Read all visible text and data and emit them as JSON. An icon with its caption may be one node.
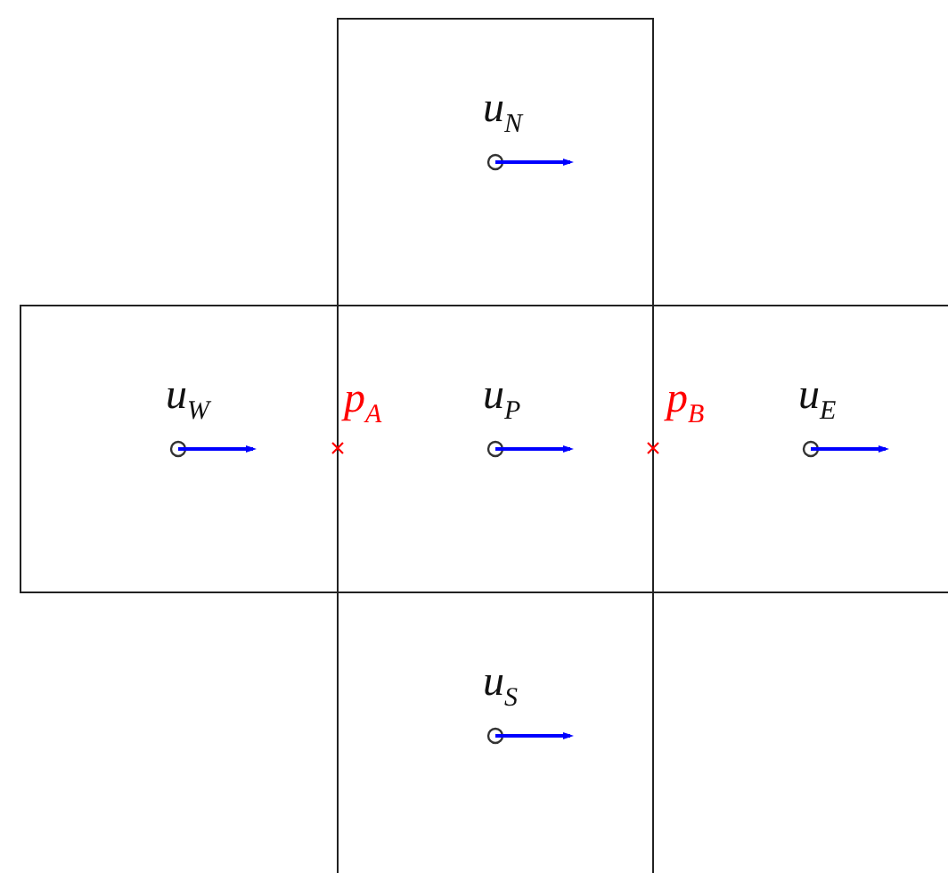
{
  "diagram": {
    "nodes": [
      {
        "text": [
          "u$_{N}$"
        ]
      },
      {
        "text": [
          "u$_{W}$"
        ]
      },
      {
        "text": [
          "u$_{P}$"
        ]
      },
      {
        "text": [
          "u$_{E}$"
        ]
      },
      {
        "text": [
          "u$_{S}$"
        ]
      }
    ],
    "labels": [
      "p$_{A}$",
      "p$_{B}$"
    ]
  }
}
